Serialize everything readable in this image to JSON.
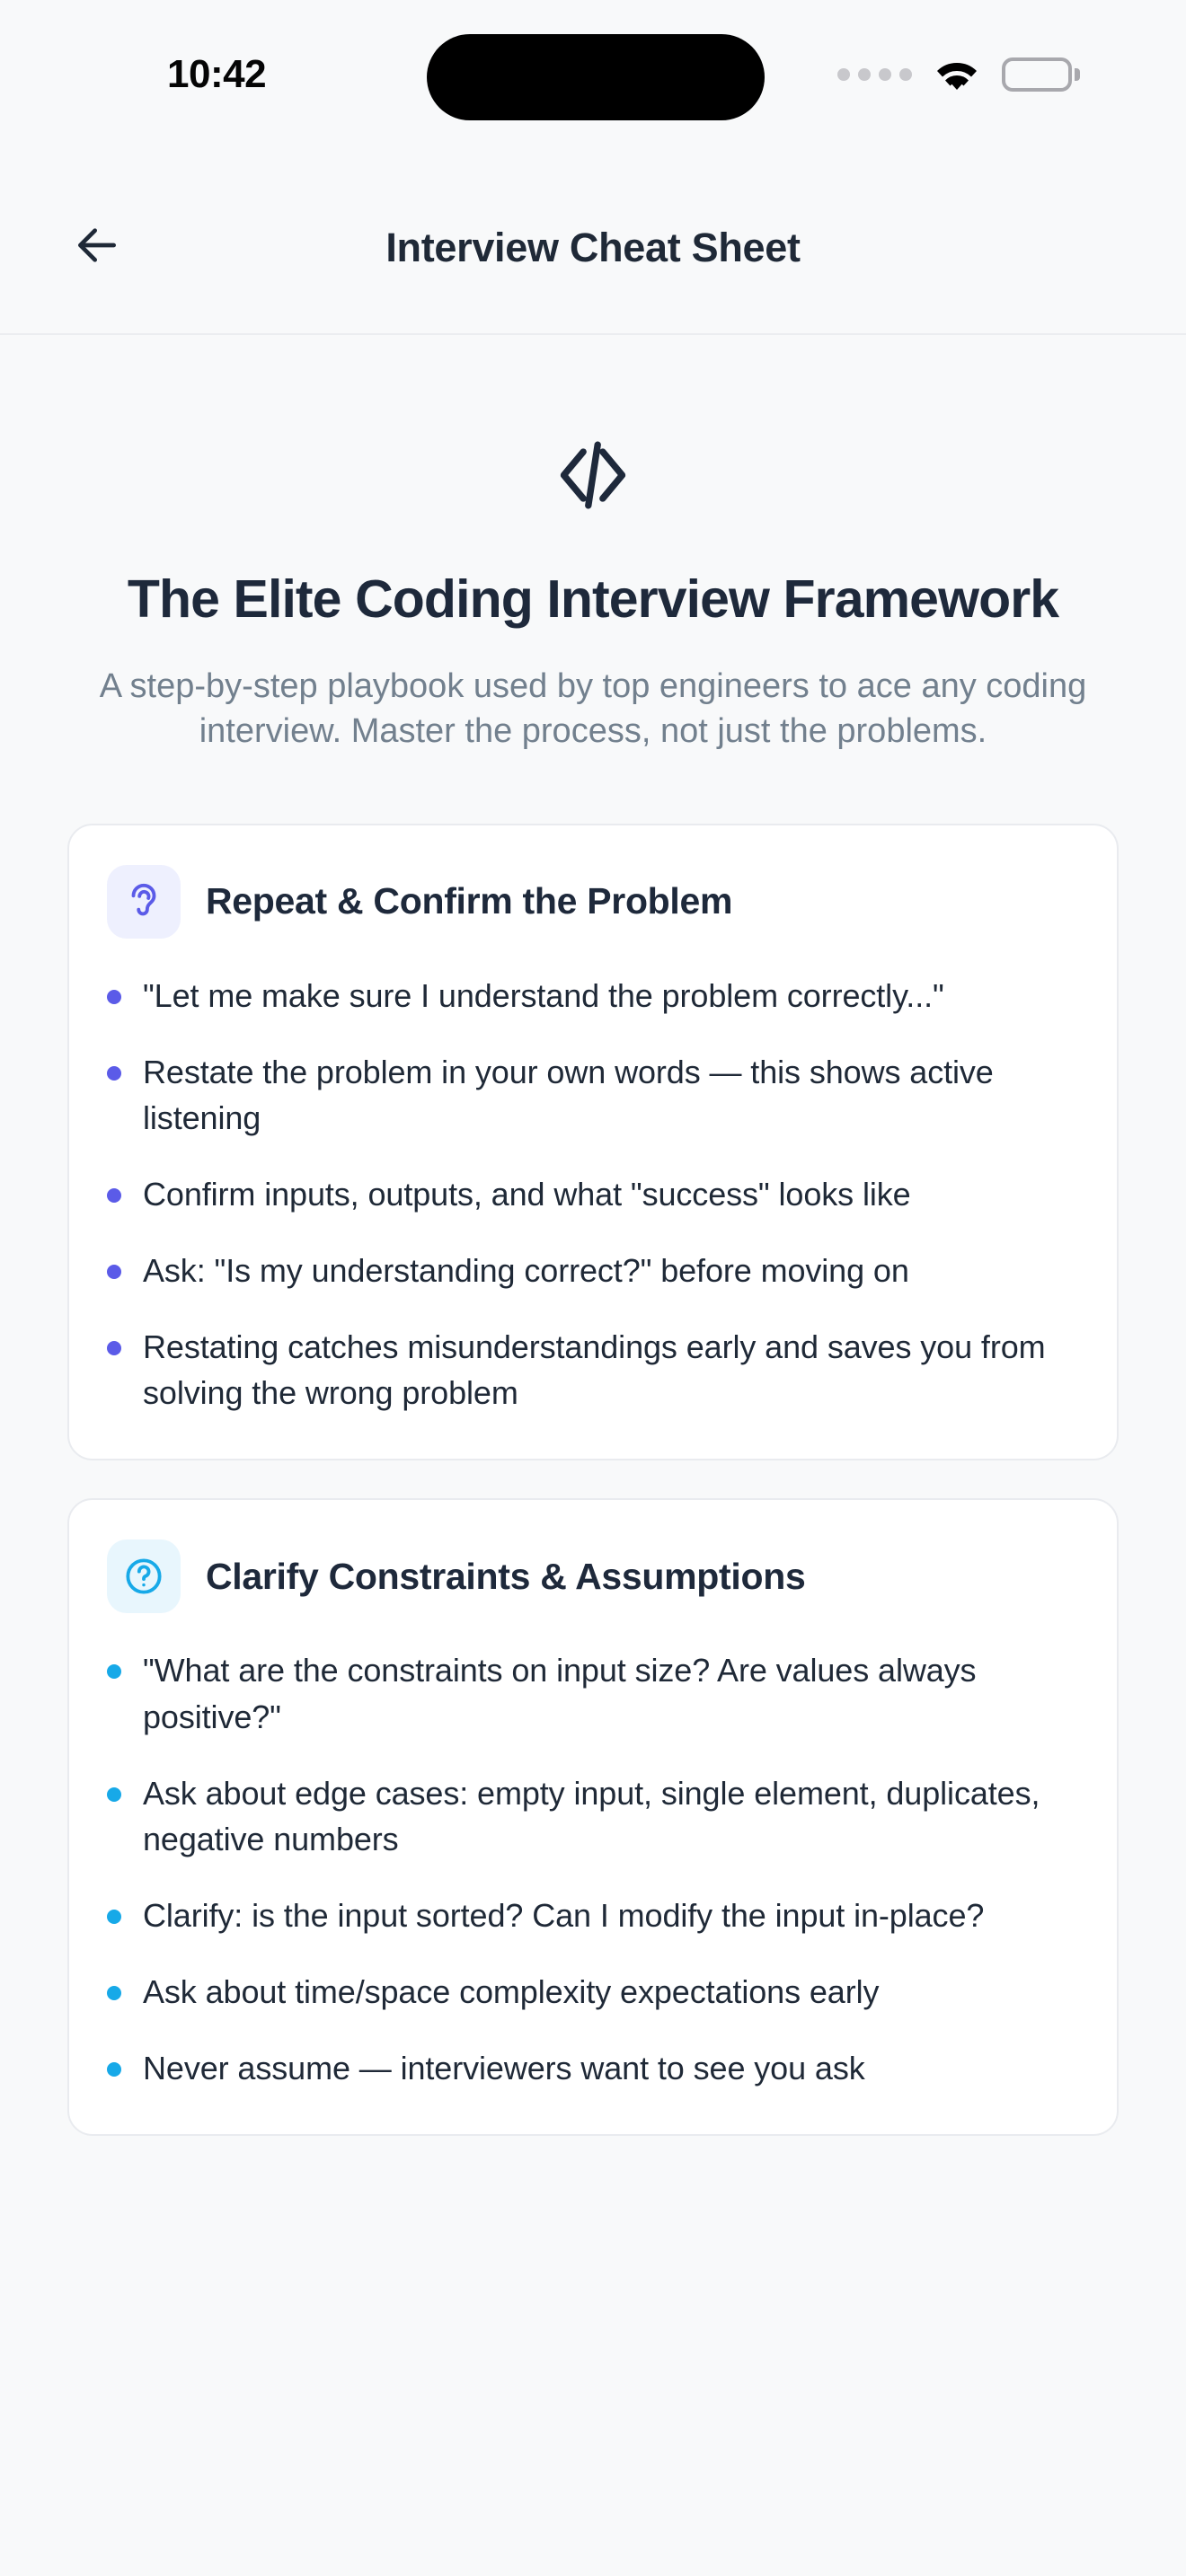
{
  "status_bar": {
    "time": "10:42",
    "signal_icon": "signal-dots-icon",
    "wifi_icon": "wifi-icon",
    "battery_icon": "battery-full-icon"
  },
  "nav": {
    "back_icon": "arrow-left-icon",
    "title": "Interview Cheat Sheet"
  },
  "hero": {
    "icon": "code-brackets-icon",
    "title": "The Elite Coding Interview Framework",
    "subtitle": "A step-by-step playbook used by top engineers to ace any coding interview. Master the process, not just the problems."
  },
  "theme": {
    "page_bg": "#f8f9fa",
    "card_bg": "#ffffff",
    "card_border": "#e9ebef",
    "heading_color": "#1e293b",
    "body_color": "#1f2937",
    "muted_color": "#72808e"
  },
  "cards": [
    {
      "id": "repeat-confirm-the-problem",
      "title": "Repeat & Confirm the Problem",
      "icon": "ear-icon",
      "accent": "#5b5be8",
      "icon_bg": "#eef0fe",
      "bullets": [
        "\"Let me make sure I understand the problem correctly...\"",
        "Restate the problem in your own words — this shows active listening",
        "Confirm inputs, outputs, and what \"success\" looks like",
        "Ask: \"Is my understanding correct?\" before moving on",
        "Restating catches misunderstandings early and saves you from solving the wrong problem"
      ]
    },
    {
      "id": "clarify-constraints-assumptions",
      "title": "Clarify Constraints & Assumptions",
      "icon": "help-circle-icon",
      "accent": "#17a9e8",
      "icon_bg": "#e8f6fd",
      "bullets": [
        "\"What are the constraints on input size? Are values always positive?\"",
        "Ask about edge cases: empty input, single element, duplicates, negative numbers",
        "Clarify: is the input sorted? Can I modify the input in-place?",
        "Ask about time/space complexity expectations early",
        "Never assume — interviewers want to see you ask"
      ]
    }
  ]
}
